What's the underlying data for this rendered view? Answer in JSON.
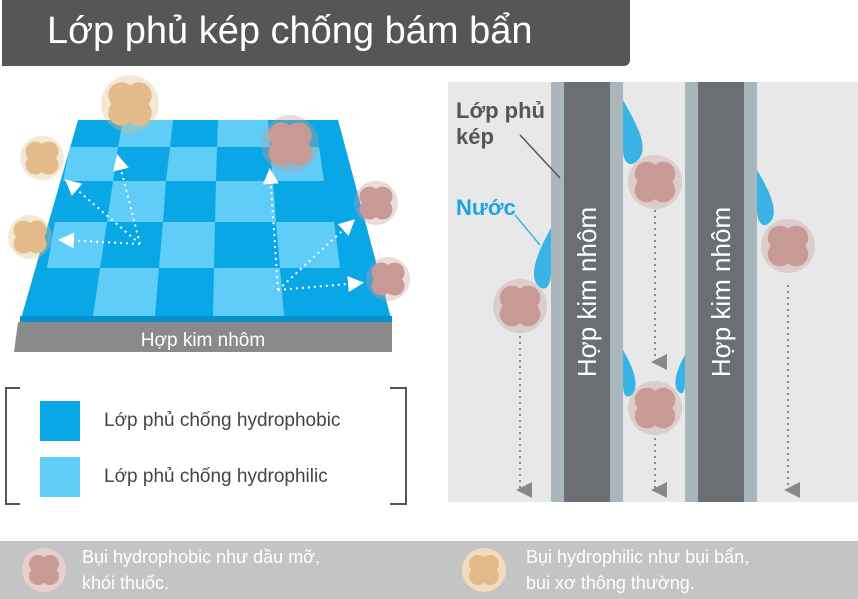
{
  "title": "Lớp phủ kép chống bám bẩn",
  "left_panel": {
    "base_label": "Hợp kim nhôm"
  },
  "legend": {
    "items": [
      {
        "label": "Lớp phủ chống hydrophobic",
        "color": "#0aa7e6"
      },
      {
        "label": "Lớp phủ chống hydrophilic",
        "color": "#5fcdf7"
      }
    ]
  },
  "right_panel": {
    "coating_label_line1": "Lớp phủ",
    "coating_label_line2": "kép",
    "water_label": "Nước",
    "plate_label": "Hợp kim nhôm"
  },
  "footer": {
    "hydrophobic_line1": "Bụi hydrophobic như dầu mỡ,",
    "hydrophobic_line2": "khói thuốc.",
    "hydrophilic_line1": "Bụi hydrophilic như bụi bẩn,",
    "hydrophilic_line2": "bui xơ thông thường."
  },
  "colors": {
    "dark_tile": "#0aa7e6",
    "light_tile": "#5fcdf7",
    "base": "#8a8a8a",
    "plate": "#6b6e72",
    "coating": "#a9b6bb",
    "water": "#39b3e6",
    "hydrophobic_particle": "#c79a96",
    "hydrophilic_particle": "#e3bb8a"
  },
  "icons": [
    "hydrophobic-particle-icon",
    "hydrophilic-particle-icon",
    "water-drop-icon",
    "arrow-icon"
  ]
}
